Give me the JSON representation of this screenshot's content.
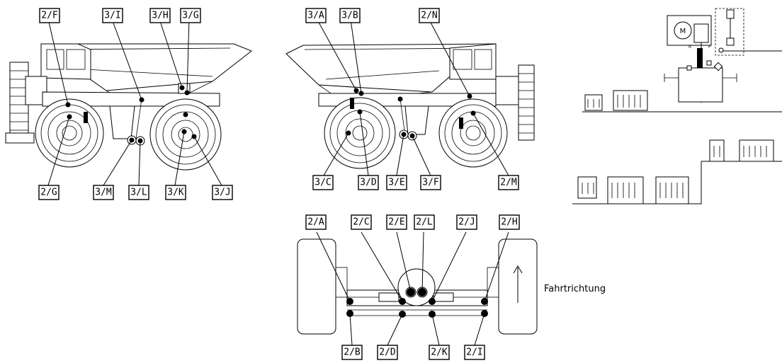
{
  "labels": {
    "l2F": "2/F",
    "l3I": "3/I",
    "l3H": "3/H",
    "l3G": "3/G",
    "l2G": "2/G",
    "l3M": "3/M",
    "l3L": "3/L",
    "l3K": "3/K",
    "l3J": "3/J",
    "l3A": "3/A",
    "l3B": "3/B",
    "l2N": "2/N",
    "l3C": "3/C",
    "l3D": "3/D",
    "l3E": "3/E",
    "l3F": "3/F",
    "l2M": "2/M",
    "l2A": "2/A",
    "l2C": "2/C",
    "l2E": "2/E",
    "l2L": "2/L",
    "l2J": "2/J",
    "l2H": "2/H",
    "l2B": "2/B",
    "l2D": "2/D",
    "l2K": "2/K",
    "l2I": "2/I"
  },
  "direction_text": "Fahrtrichtung",
  "motor_label": "M",
  "pump_labels": {
    "r": "R",
    "p": "P"
  }
}
